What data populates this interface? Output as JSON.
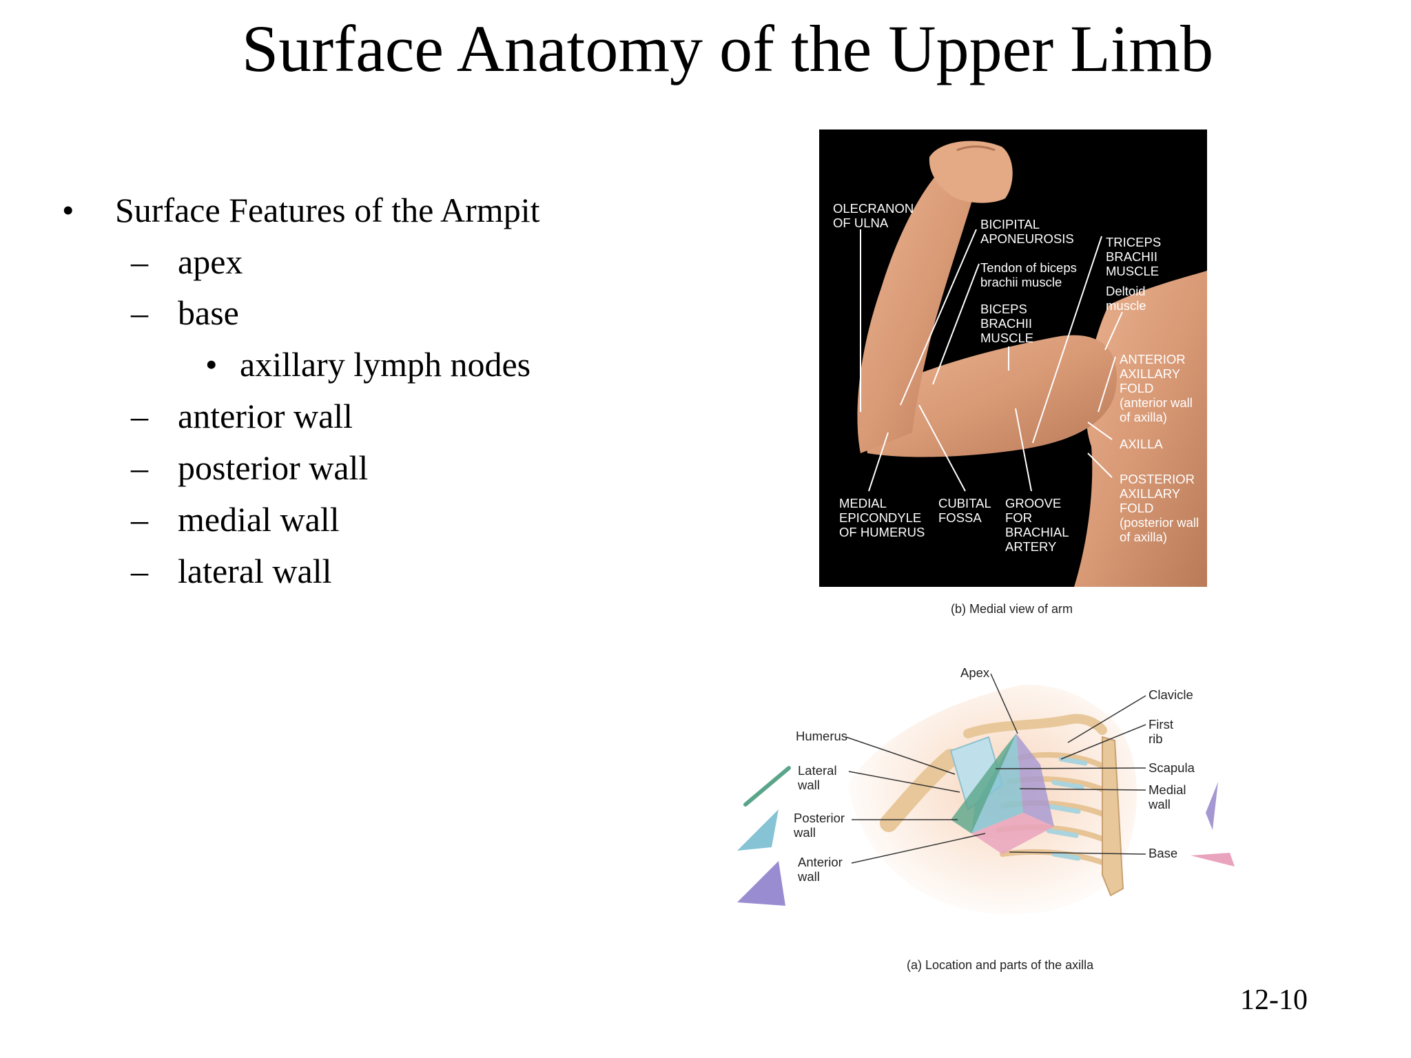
{
  "slide": {
    "title": "Surface Anatomy of the Upper Limb",
    "page_number": "12-10"
  },
  "bullets": {
    "main": {
      "marker": "•",
      "text": "Surface Features of the Armpit"
    },
    "apex": {
      "marker": "–",
      "text": "apex"
    },
    "base": {
      "marker": "–",
      "text": "base"
    },
    "nodes": {
      "marker": "•",
      "text": "axillary lymph nodes"
    },
    "anterior": {
      "marker": "–",
      "text": "anterior wall"
    },
    "posterior": {
      "marker": "–",
      "text": "posterior wall"
    },
    "medial": {
      "marker": "–",
      "text": "medial wall"
    },
    "lateral": {
      "marker": "–",
      "text": "lateral wall"
    }
  },
  "figure_b": {
    "caption": "(b) Medial view of arm",
    "labels": {
      "olecranon": "OLECRANON\nOF ULNA",
      "bicipital": "BICIPITAL\nAPONEUROSIS",
      "tendon": "Tendon of biceps\nbrachii muscle",
      "biceps": "BICEPS\nBRACHII\nMUSCLE",
      "triceps": "TRICEPS\nBRACHII\nMUSCLE",
      "deltoid": "Deltoid\nmuscle",
      "anterior_fold": "ANTERIOR\nAXILLARY\nFOLD",
      "anterior_fold_note": "(anterior wall\nof axilla)",
      "axilla": "AXILLA",
      "posterior_fold": "POSTERIOR\nAXILLARY\nFOLD",
      "posterior_fold_note": "(posterior wall\nof axilla)",
      "medial_epicondyle": "MEDIAL\nEPICONDYLE\nOF HUMERUS",
      "cubital": "CUBITAL\nFOSSA",
      "groove": "GROOVE\nFOR\nBRACHIAL\nARTERY"
    }
  },
  "figure_a": {
    "caption": "(a) Location and parts of the axilla",
    "labels": {
      "apex": "Apex",
      "clavicle": "Clavicle",
      "first_rib": "First\nrib",
      "humerus": "Humerus",
      "lateral_wall": "Lateral\nwall",
      "scapula": "Scapula",
      "medial_wall": "Medial\nwall",
      "posterior_wall": "Posterior\nwall",
      "base": "Base",
      "anterior_wall": "Anterior\nwall"
    },
    "colors": {
      "lateral": "#5aa58a",
      "posterior": "#86c3d4",
      "anterior": "#9a8cd0",
      "medial": "#a597d2",
      "base": "#e9a3bd",
      "bone": "#e8c79a",
      "skin": "#f5cdb0"
    }
  },
  "colors": {
    "photo_background": "#000000",
    "skin": "#d99a76"
  }
}
